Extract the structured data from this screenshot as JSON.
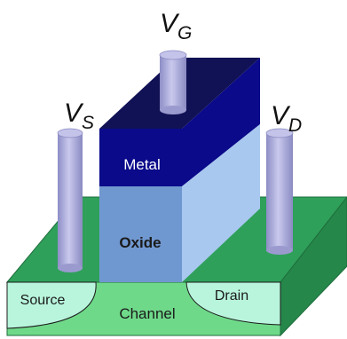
{
  "labels": {
    "metal": "Metal",
    "oxide": "Oxide",
    "source": "Source",
    "drain": "Drain",
    "channel": "Channel"
  },
  "voltages": {
    "gate": {
      "main": "V",
      "sub": "G"
    },
    "source": {
      "main": "V",
      "sub": "S"
    },
    "drain": {
      "main": "V",
      "sub": "D"
    }
  },
  "colors": {
    "substrate_top": "#2fa05a",
    "substrate_front": "#6fd98a",
    "substrate_side": "#25874a",
    "diffusion": "#b8f5dc",
    "metal_front": "#0a0a8a",
    "metal_top": "#111155",
    "oxide_front": "#7098d0",
    "oxide_side": "#a8c8ef",
    "contact": "#b8b8e2",
    "contact_dark": "#8c8cc4"
  }
}
